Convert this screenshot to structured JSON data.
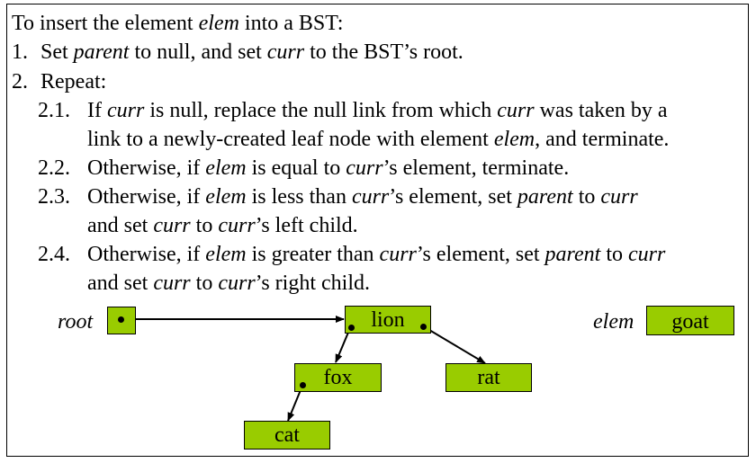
{
  "algorithm": {
    "heading": {
      "a": "To insert the element ",
      "elem": "elem",
      "b": " into a BST:"
    },
    "step1": {
      "num": "1.",
      "a": "Set ",
      "parent": "parent",
      "b": " to null, and set ",
      "curr": "curr",
      "c": " to the BST’s root."
    },
    "step2": {
      "num": "2.",
      "text": "Repeat:"
    },
    "step21": {
      "num": "2.1.",
      "a": "If ",
      "curr1": "curr",
      "b": " is null, replace the null link from which ",
      "curr2": "curr",
      "c": " was taken by a",
      "cont_a": "link to a newly-created leaf node with element ",
      "elem": "elem",
      "cont_b": ", and terminate."
    },
    "step22": {
      "num": "2.2.",
      "a": "Otherwise, if ",
      "elem": "elem",
      "b": " is equal to ",
      "curr": "curr",
      "c": "’s element, terminate."
    },
    "step23": {
      "num": "2.3.",
      "a": "Otherwise, if ",
      "elem": "elem",
      "b": " is less than ",
      "curr1": "curr",
      "c": "’s element, set ",
      "parent": "parent",
      "d": " to ",
      "curr2": "curr",
      "cont_a": "and set ",
      "cont_curr1": "curr",
      "cont_b": " to ",
      "cont_curr2": "curr",
      "cont_c": "’s left child."
    },
    "step24": {
      "num": "2.4.",
      "a": "Otherwise, if ",
      "elem": "elem",
      "b": " is greater than ",
      "curr1": "curr",
      "c": "’s element, set ",
      "parent": "parent",
      "d": " to ",
      "curr2": "curr",
      "cont_a": "and set ",
      "cont_curr1": "curr",
      "cont_b": " to ",
      "cont_curr2": "curr",
      "cont_c": "’s right child."
    }
  },
  "diagram": {
    "root_label": "root",
    "elem_label": "elem",
    "elem_value": "goat",
    "nodes": {
      "lion": "lion",
      "fox": "fox",
      "rat": "rat",
      "cat": "cat"
    },
    "colors": {
      "node_fill": "#99cc00",
      "link": "#000000"
    }
  }
}
